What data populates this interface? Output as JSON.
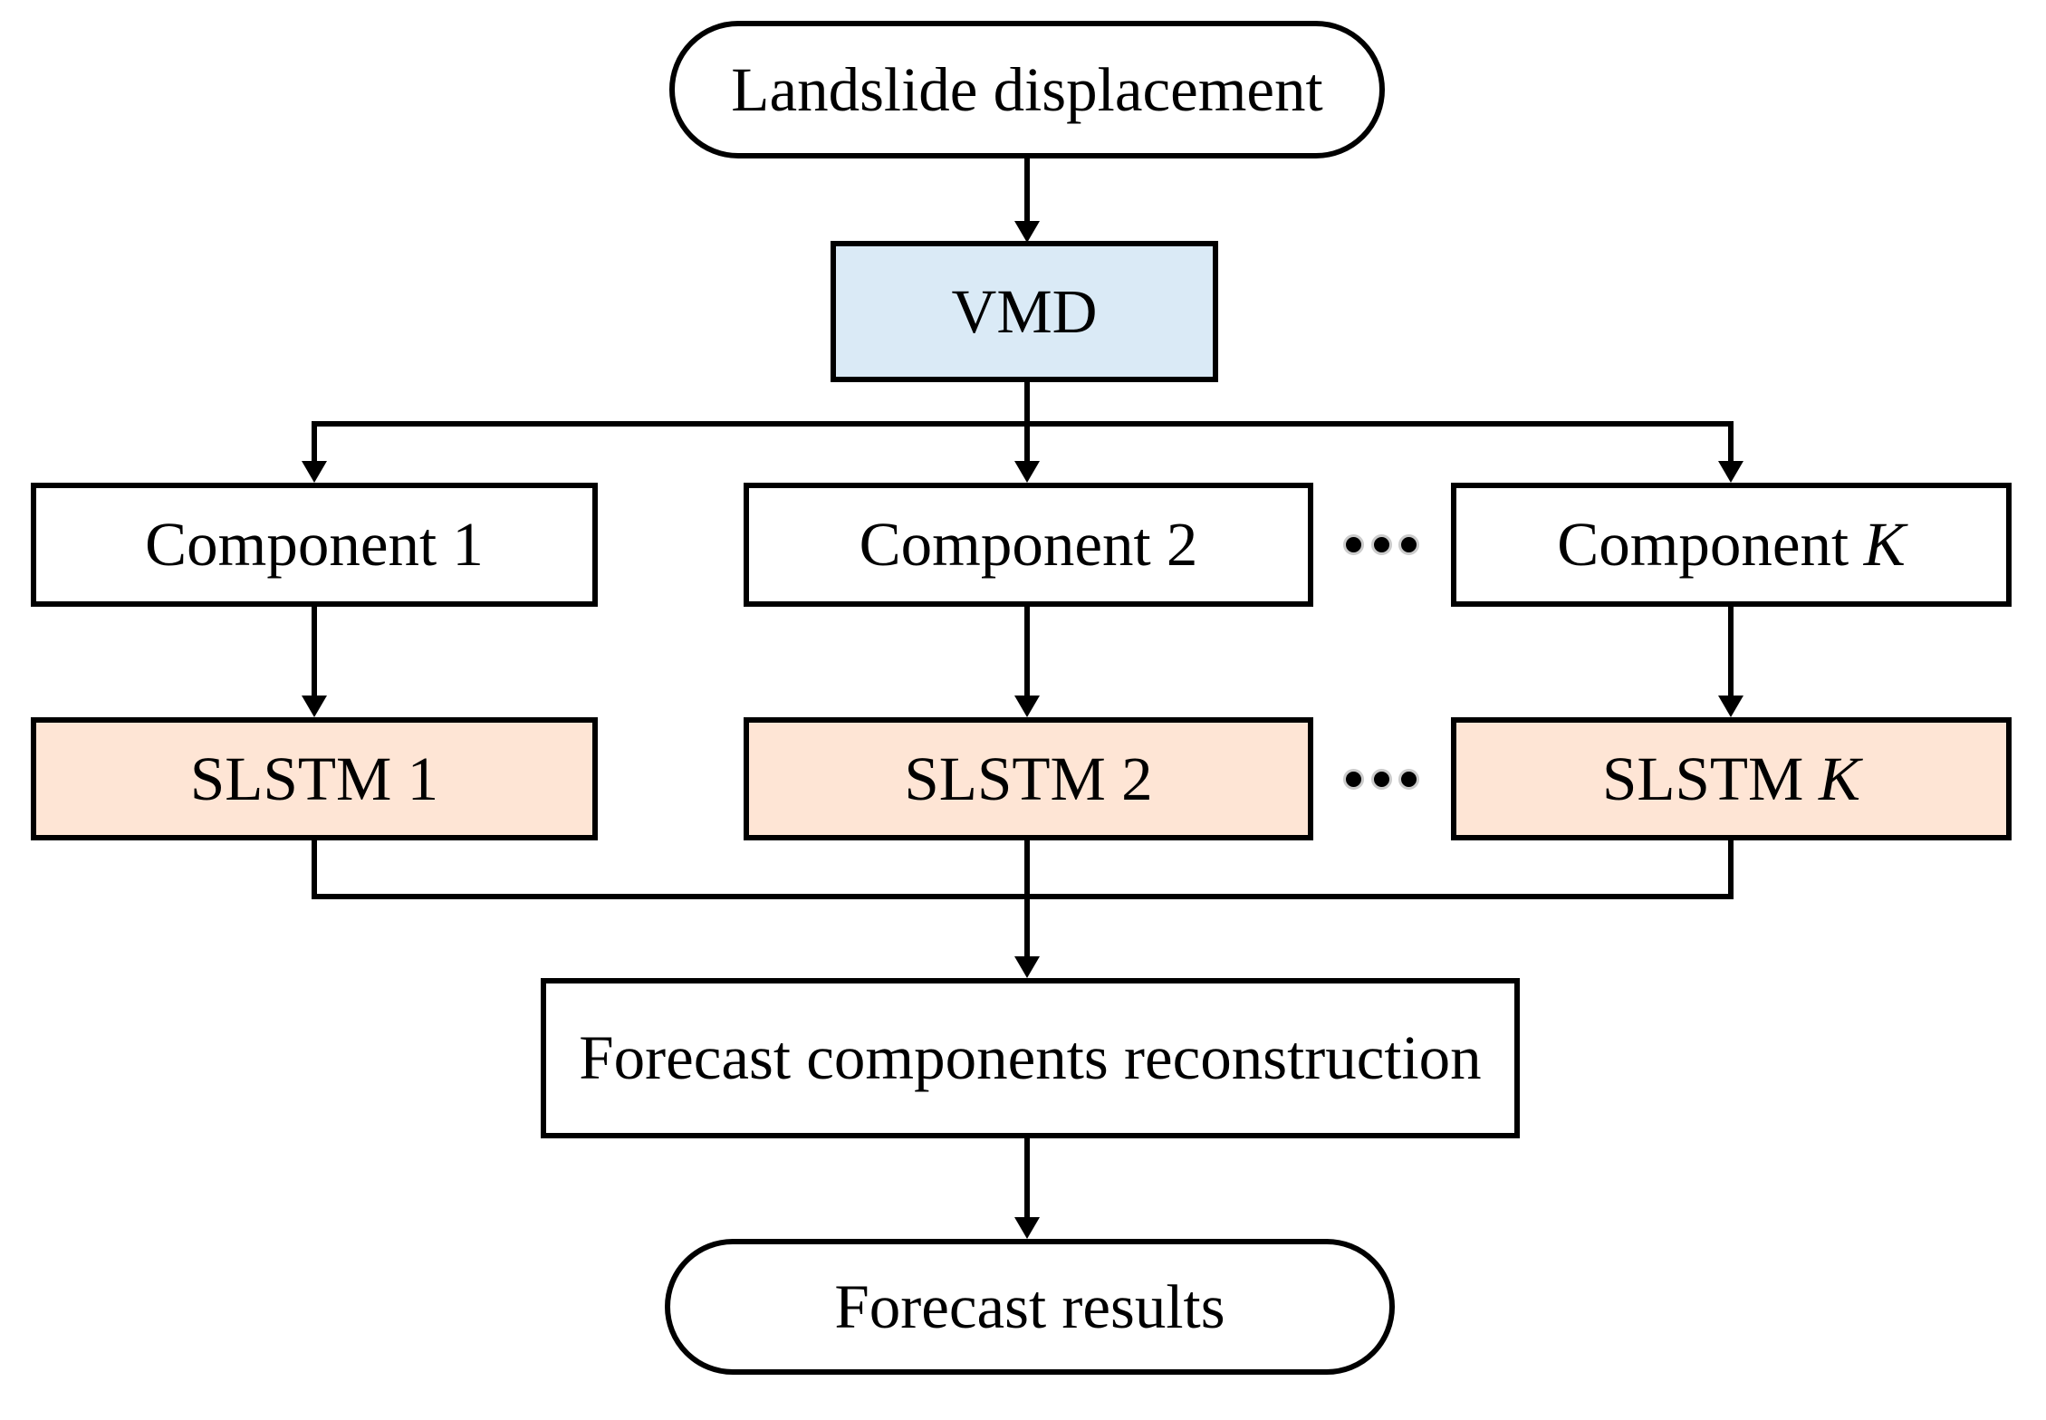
{
  "figure": {
    "type": "flowchart",
    "background": "#FFFFFF",
    "line_color": "#000000",
    "nodes": {
      "landslide": {
        "label": "Landslide displacement",
        "shape": "stadium",
        "fill": "#FFFFFF"
      },
      "vmd": {
        "label": "VMD",
        "shape": "rect",
        "fill": "#DAEAF6"
      },
      "component1": {
        "label": "Component 1",
        "shape": "rect",
        "fill": "#FFFFFF"
      },
      "component2": {
        "label": "Component 2",
        "shape": "rect",
        "fill": "#FFFFFF"
      },
      "componentK": {
        "prefix": "Component",
        "suffix": "K",
        "suffix_style": "italic",
        "shape": "rect",
        "fill": "#FFFFFF"
      },
      "slstm1": {
        "label": "SLSTM 1",
        "shape": "rect",
        "fill": "#FEE5D5"
      },
      "slstm2": {
        "label": "SLSTM 2",
        "shape": "rect",
        "fill": "#FEE5D5"
      },
      "slstmK": {
        "prefix": "SLSTM",
        "suffix": "K",
        "suffix_style": "italic",
        "shape": "rect",
        "fill": "#FEE5D5"
      },
      "reconstruction": {
        "label": "Forecast components reconstruction",
        "shape": "rect",
        "fill": "#FFFFFF"
      },
      "results": {
        "label": "Forecast results",
        "shape": "stadium",
        "fill": "#FFFFFF"
      }
    },
    "ellipsis": {
      "icon": "horizontal-dots",
      "count": 3,
      "dot_color": "#000000",
      "ring_color": "#CBCBCB"
    },
    "edges": [
      "landslide -> vmd",
      "vmd -> component1",
      "vmd -> component2",
      "vmd -> componentK",
      "component1 -> slstm1",
      "component2 -> slstm2",
      "componentK -> slstmK",
      "slstm1 -> reconstruction",
      "slstm2 -> reconstruction",
      "slstmK -> reconstruction",
      "reconstruction -> results"
    ]
  }
}
